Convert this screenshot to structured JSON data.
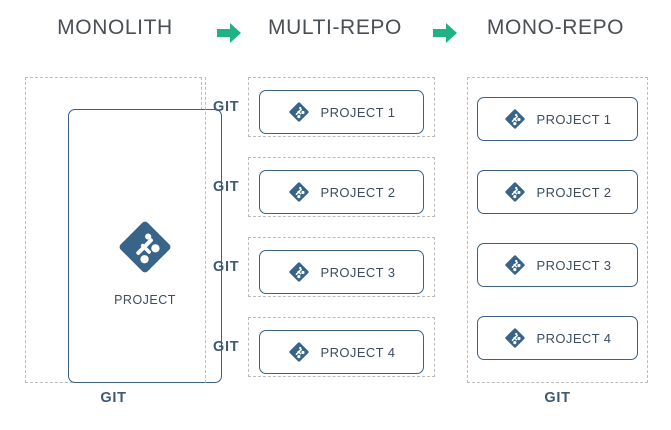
{
  "diagram": {
    "title_flow": [
      "MONOLITH",
      "MULTI-REPO",
      "MONO-REPO"
    ],
    "arrow_icon_name": "arrow-right-icon",
    "colors": {
      "arrow_green": "#20b184",
      "title_gray": "#4a4f55",
      "box_border_blue": "#3a6184",
      "git_logo_blue": "#39648a",
      "dashed_gray": "#b9bcc0",
      "label_slate": "#3d5a72",
      "project_text": "#3d4d5e",
      "background": "#ffffff"
    }
  },
  "headers": {
    "monolith": "MONOLITH",
    "multirepo": "MULTI-REPO",
    "monorepo": "MONO-REPO"
  },
  "monolith": {
    "project_label": "PROJECT",
    "git_caption": "GIT"
  },
  "multirepo": {
    "rows": [
      {
        "git_label": "GIT",
        "project_label": "PROJECT 1"
      },
      {
        "git_label": "GIT",
        "project_label": "PROJECT 2"
      },
      {
        "git_label": "GIT",
        "project_label": "PROJECT 3"
      },
      {
        "git_label": "GIT",
        "project_label": "PROJECT 4"
      }
    ]
  },
  "monorepo": {
    "projects": [
      {
        "project_label": "PROJECT 1"
      },
      {
        "project_label": "PROJECT 2"
      },
      {
        "project_label": "PROJECT 3"
      },
      {
        "project_label": "PROJECT 4"
      }
    ],
    "git_caption": "GIT"
  }
}
